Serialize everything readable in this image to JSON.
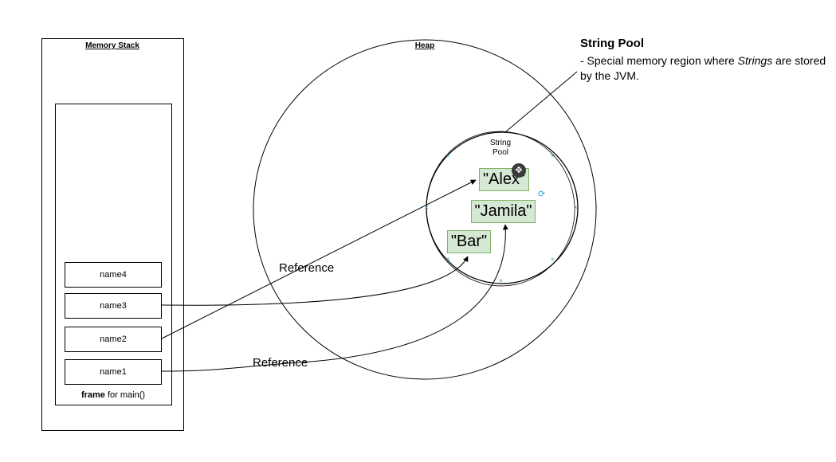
{
  "stack": {
    "title": "Memory Stack",
    "frame_label_bold": "frame",
    "frame_label_rest": " for main()",
    "variables": [
      "name4",
      "name3",
      "name2",
      "name1"
    ]
  },
  "heap": {
    "title": "Heap",
    "pool_label_line1": "String",
    "pool_label_line2": "Pool",
    "strings": [
      "\"Alex\"",
      "\"Jamila\"",
      "\"Bar\""
    ]
  },
  "references": [
    "Reference",
    "Reference"
  ],
  "note": {
    "title": "String Pool",
    "body_before": "- Special memory region where ",
    "body_em": "Strings",
    "body_after": " are stored by the JVM."
  },
  "colors": {
    "string_fill": "#d5e8d4",
    "string_border": "#82b366",
    "selection_handles": "#29a0da"
  },
  "icons": {
    "cursor": "move-cursor-icon",
    "rotate": "rotate-handle-icon"
  }
}
